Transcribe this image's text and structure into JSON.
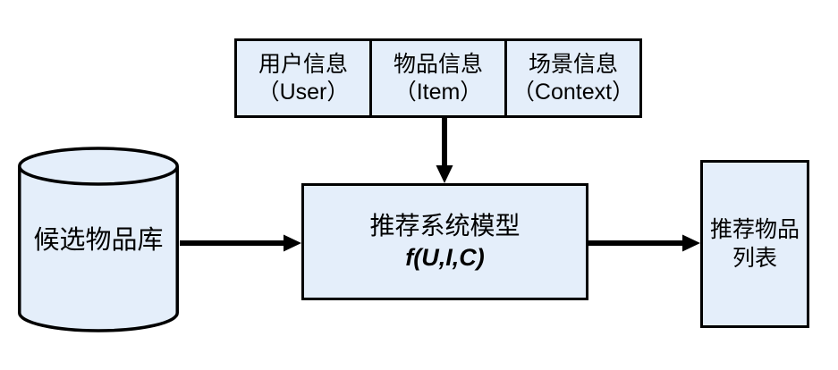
{
  "diagram": {
    "background": "#ffffff",
    "shape_fill": "#e4eefa",
    "shape_stroke": "#000000",
    "inputs": {
      "cells": [
        {
          "zh": "用户信息",
          "en": "（User）"
        },
        {
          "zh": "物品信息",
          "en": "（Item）"
        },
        {
          "zh": "场景信息",
          "en": "（Context）"
        }
      ]
    },
    "candidate_pool": {
      "label": "候选物品库"
    },
    "model": {
      "title": "推荐系统模型",
      "formula": "f(U,I,C)"
    },
    "output": {
      "line1": "推荐物品",
      "line2": "列表"
    },
    "arrows": [
      {
        "name": "inputs-to-model",
        "direction": "down"
      },
      {
        "name": "pool-to-model",
        "direction": "right"
      },
      {
        "name": "model-to-output",
        "direction": "right"
      }
    ]
  }
}
